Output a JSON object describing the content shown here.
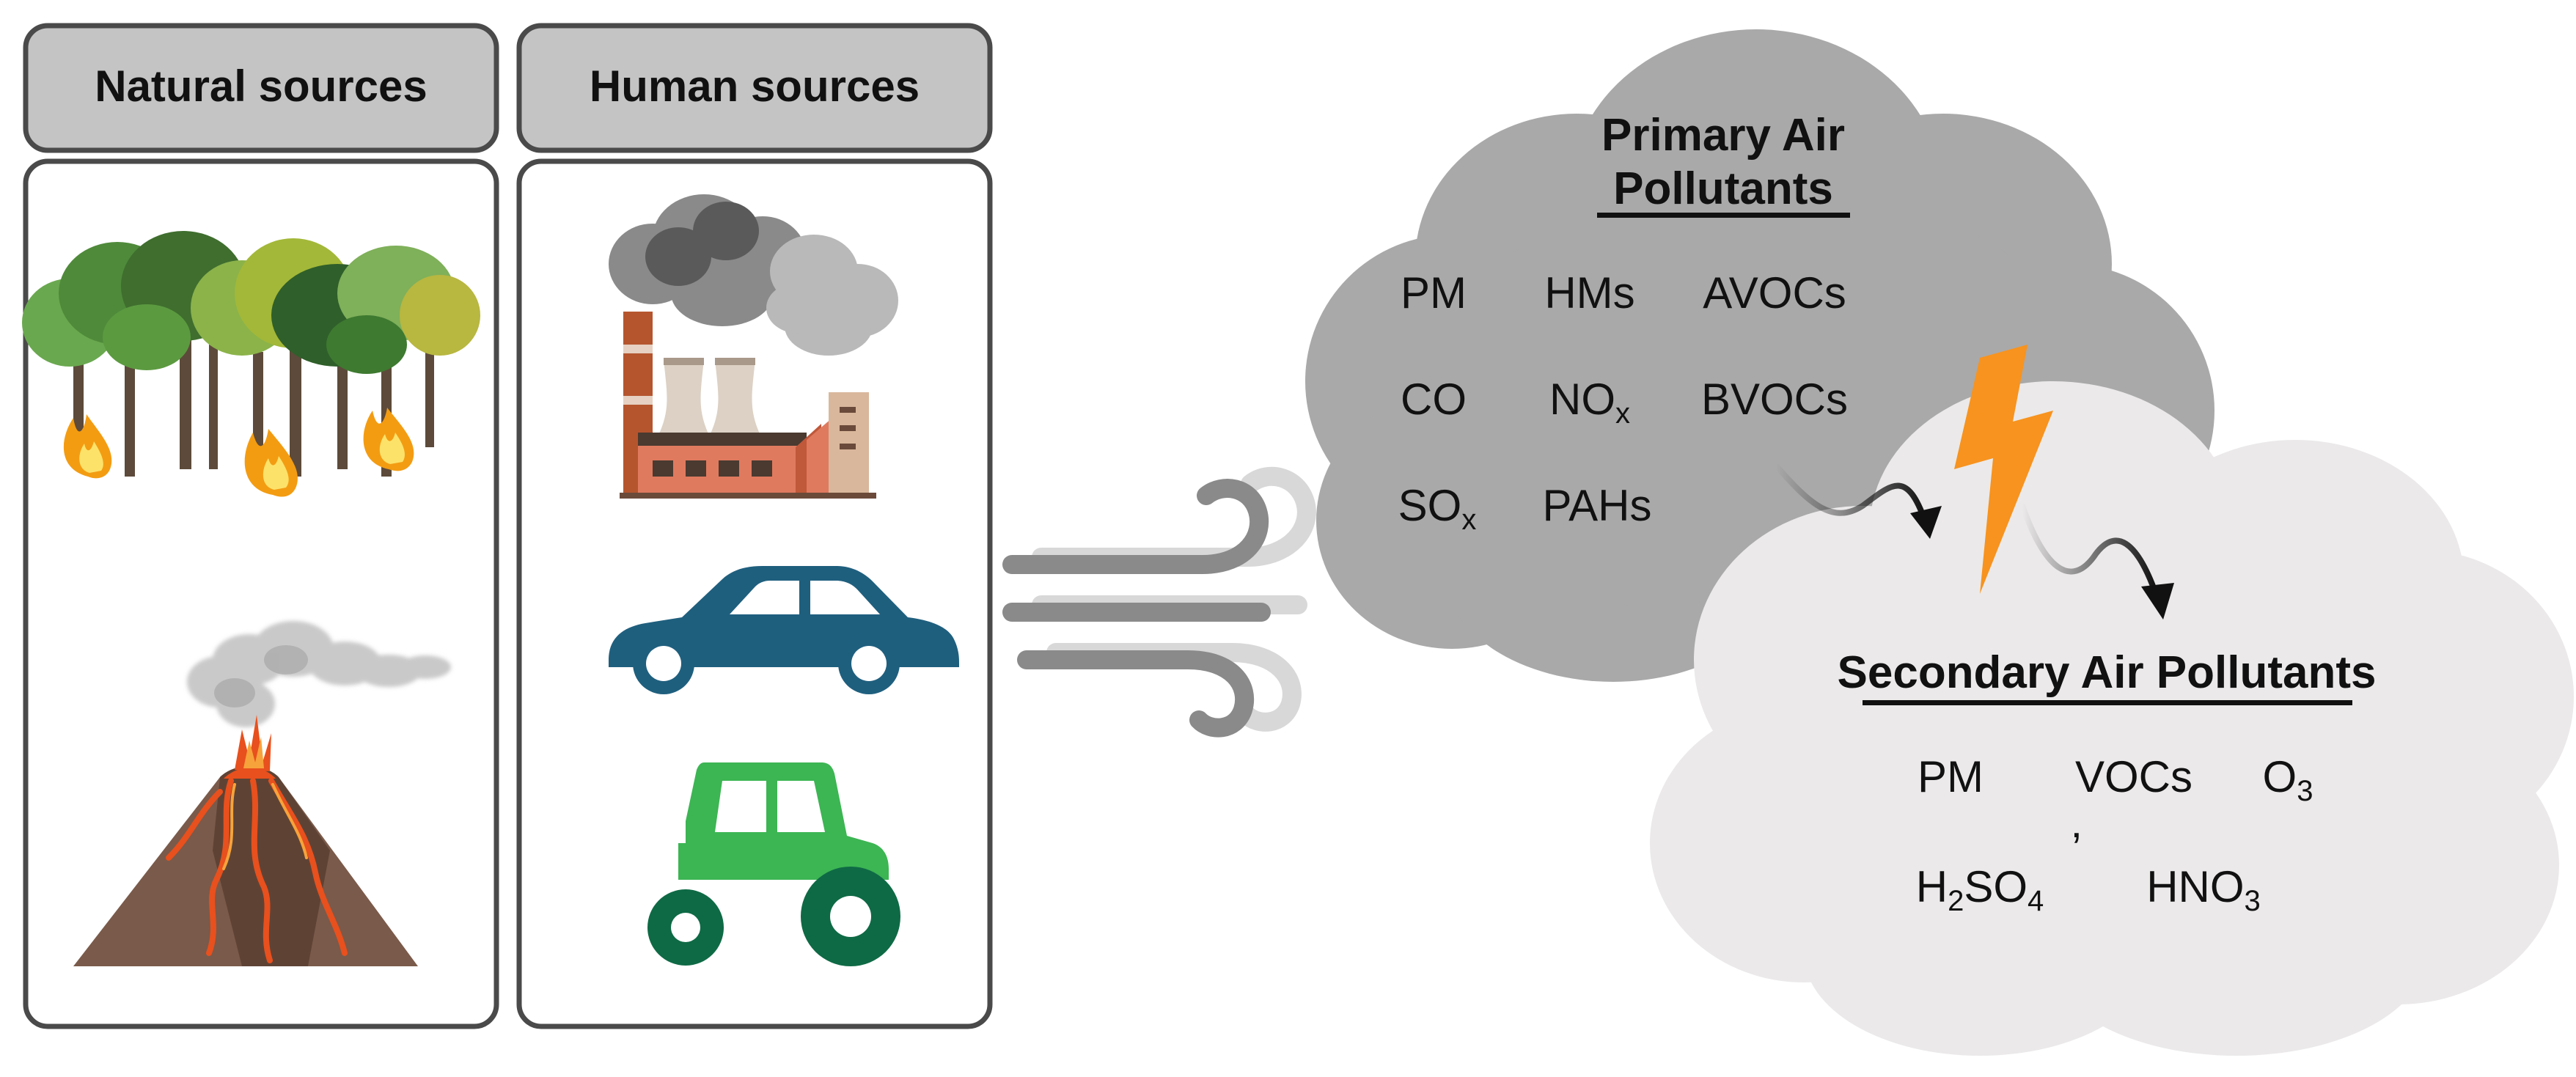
{
  "sources": {
    "natural_header": "Natural sources",
    "human_header": "Human sources",
    "natural_icons": [
      "forest-fire-icon",
      "volcano-icon"
    ],
    "human_icons": [
      "factory-icon",
      "car-icon",
      "tractor-icon"
    ]
  },
  "primary": {
    "title_line1": "Primary Air",
    "title_line2": "Pollutants",
    "pm": "PM",
    "hms": "HMs",
    "avocs": "AVOCs",
    "co": "CO",
    "nox_base": "NO",
    "nox_sub": "x",
    "bvocs": "BVOCs",
    "sox_base": "SO",
    "sox_sub": "x",
    "pahs": "PAHs"
  },
  "secondary": {
    "title": "Secondary Air Pollutants",
    "pm": "PM",
    "vocs": "VOCs",
    "o3_base": "O",
    "o3_sub": "3",
    "h2so4_h": "H",
    "h2so4_sub2": "2",
    "h2so4_so": "SO",
    "h2so4_sub4": "4",
    "separator": "ʼ",
    "hno3_base": "HNO",
    "hno3_sub": "3"
  },
  "colors": {
    "panel_header_fill": "#c4c4c4",
    "panel_border": "#4a4a4a",
    "primary_cloud": "#a9a9a9",
    "secondary_cloud": "#ebe9e9",
    "lightning": "#f7931e",
    "car": "#1f5f7e",
    "tractor_light": "#3cb553",
    "tractor_dark": "#0e6a45"
  }
}
